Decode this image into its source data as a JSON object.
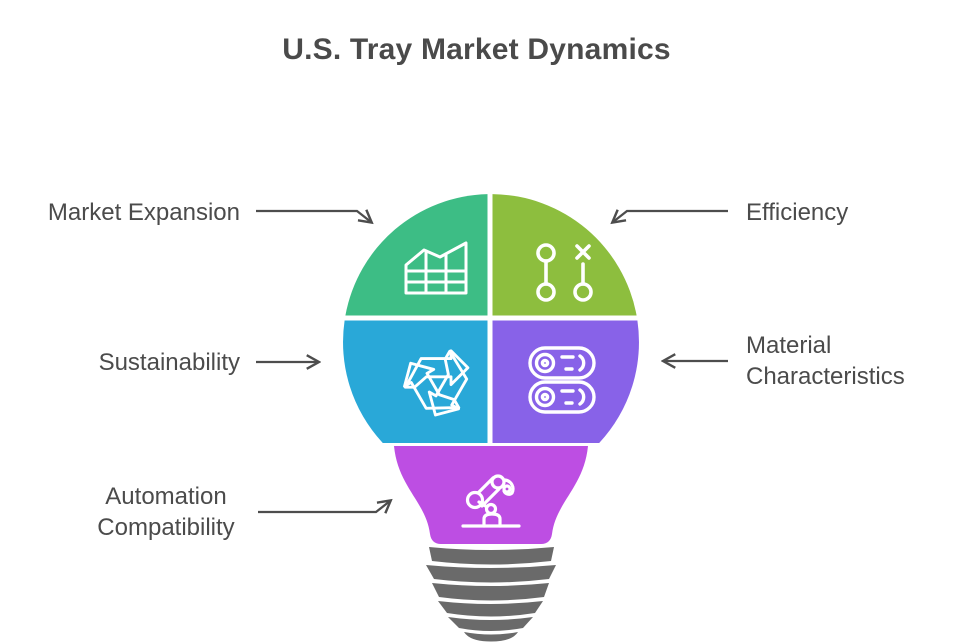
{
  "title": "U.S. Tray Market Dynamics",
  "diagram": {
    "type": "lightbulb-infographic",
    "background_color": "#FFFFFF",
    "text_color": "#4B4B4B",
    "connector_color": "#4D4D4D",
    "bulb_base_color": "#6A6A6A",
    "icon_stroke_color": "#FFFFFF",
    "segments": [
      {
        "label": "Market Expansion",
        "color": "#3DBD85",
        "icon": "area-chart-icon",
        "position": "top-left",
        "label_side": "left"
      },
      {
        "label": "Efficiency",
        "color": "#8DBE3E",
        "icon": "tactics-icon",
        "position": "top-right",
        "label_side": "right"
      },
      {
        "label": "Sustainability",
        "color": "#29A8D8",
        "icon": "recycle-icon",
        "position": "bottom-left",
        "label_side": "left"
      },
      {
        "label": "Material Characteristics",
        "color": "#8862E8",
        "icon": "material-rolls-icon",
        "position": "bottom-right",
        "label_side": "right"
      },
      {
        "label": "Automation Compatibility",
        "color": "#BD4EE3",
        "icon": "robot-arm-icon",
        "position": "neck",
        "label_side": "left"
      }
    ]
  }
}
